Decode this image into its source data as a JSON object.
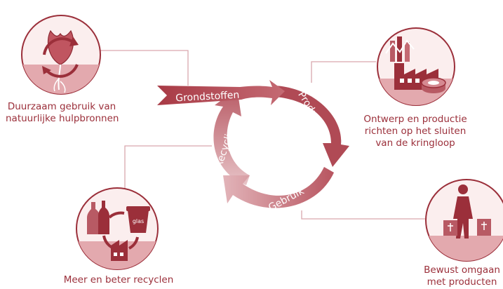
{
  "cycle": {
    "arrows": [
      {
        "label": "Grondstoffen"
      },
      {
        "label": "Productie"
      },
      {
        "label": "Gebruik"
      },
      {
        "label": "Recycling"
      }
    ]
  },
  "nodes": [
    {
      "icon": "flower-seed-cycle-icon",
      "caption_lines": [
        "Duurzaam gebruik van",
        "natuurlijke hulpbronnen"
      ]
    },
    {
      "icon": "factory-icon",
      "caption_lines": [
        "Ontwerp en productie",
        "richten op het sluiten",
        "van de kringloop"
      ]
    },
    {
      "icon": "recycling-bottles-icon",
      "caption_lines": [
        "Meer en beter recyclen"
      ],
      "bin_label": "glas"
    },
    {
      "icon": "person-shopping-bags-icon",
      "caption_lines": [
        "Bewust omgaan",
        "met producten"
      ]
    }
  ],
  "colors": {
    "primary": "#9b2f3a",
    "arrow_dark": "#a83a45",
    "arrow_light": "#d89aa0",
    "circle_fill": "#f3d9dc",
    "connector": "#d9a8ad"
  }
}
